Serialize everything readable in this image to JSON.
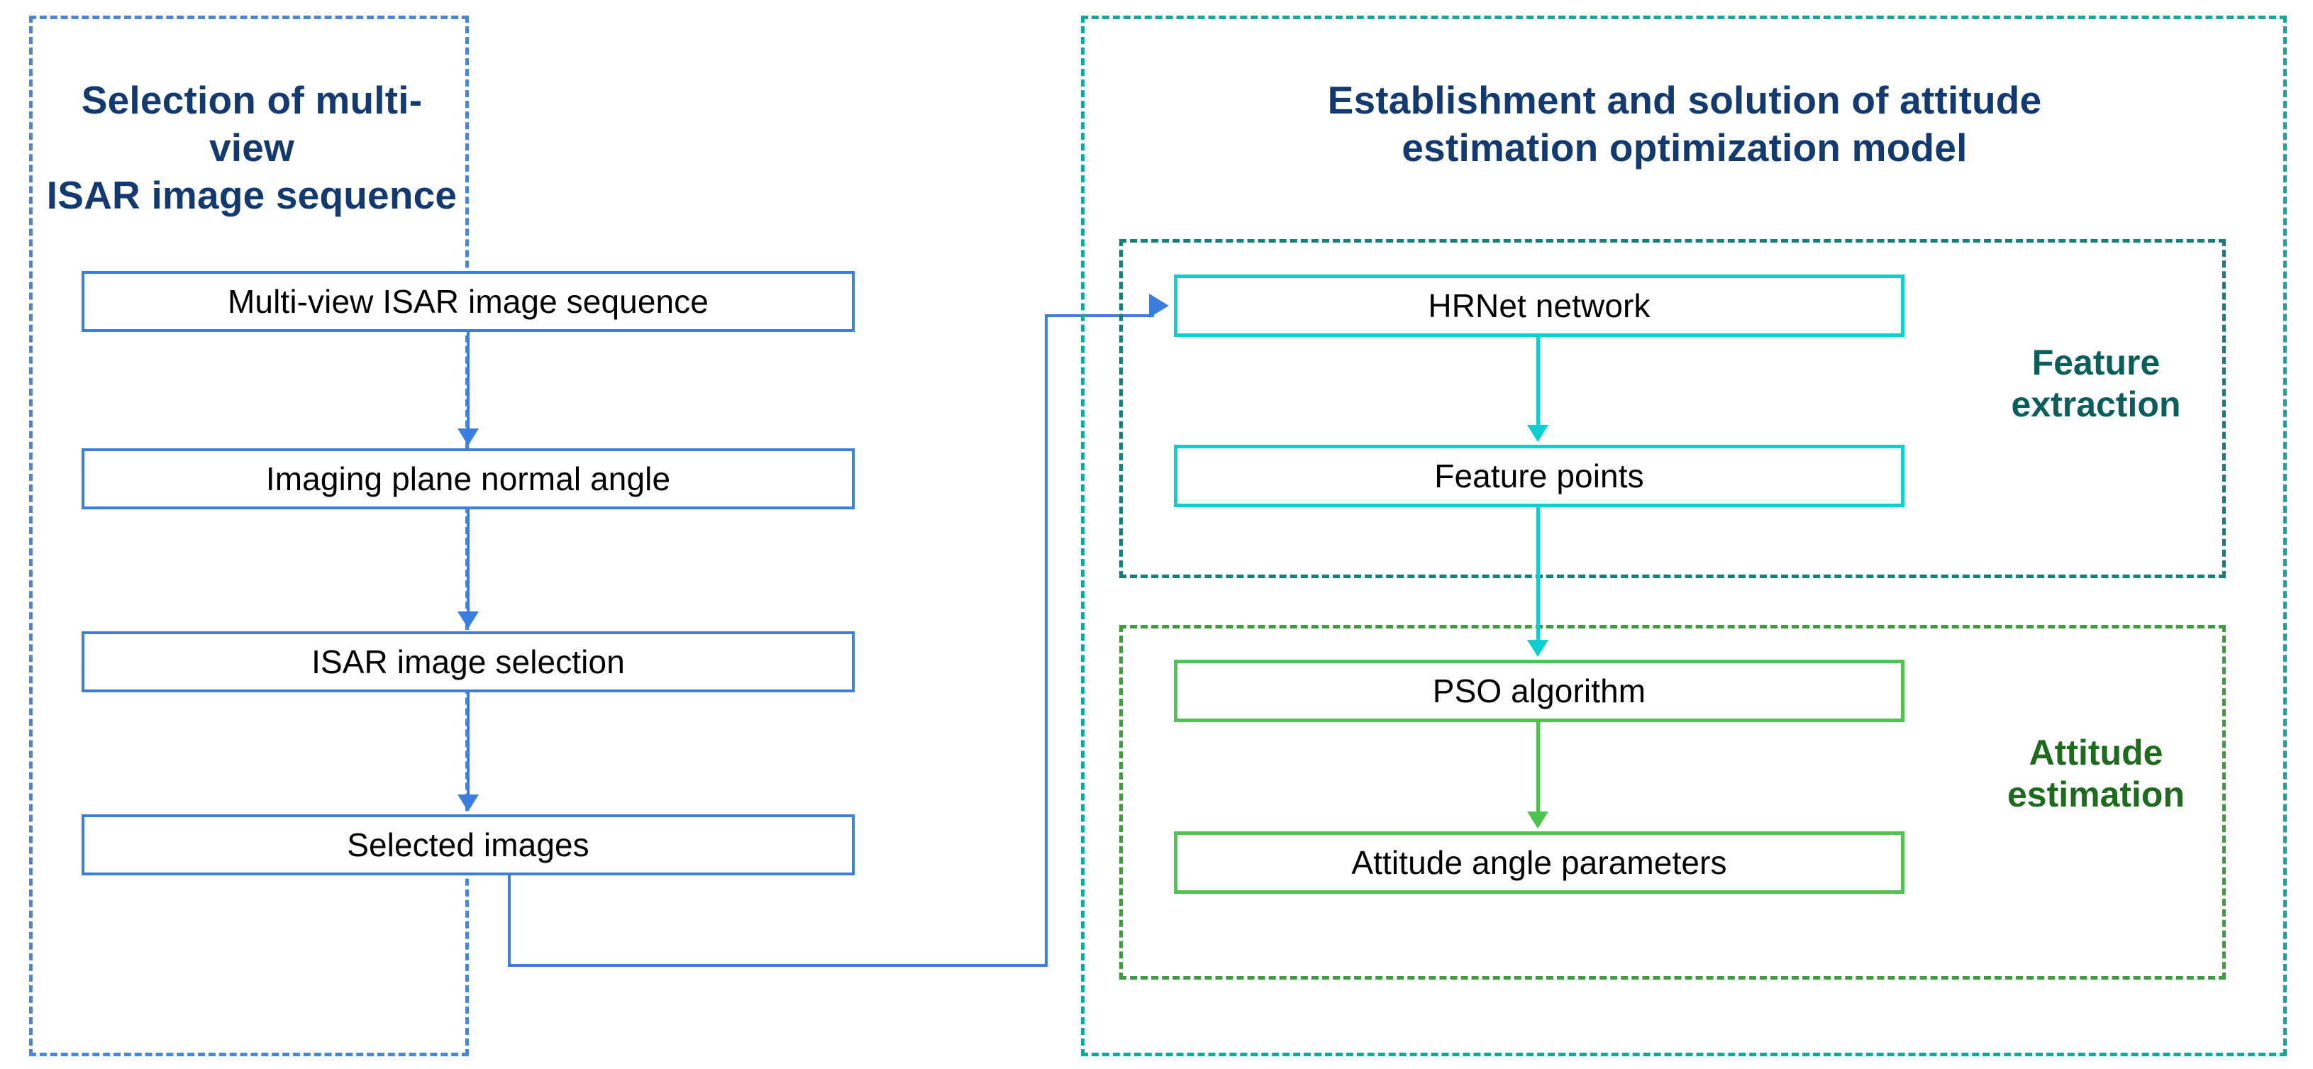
{
  "panels": {
    "left": {
      "title": "Selection of multi-view\nISAR image sequence",
      "border_color": "#4a86d6",
      "title_color": "#123a70"
    },
    "right": {
      "title": "Establishment and solution of attitude\nestimation optimization model",
      "border_color": "#11a79e",
      "title_color": "#123a70"
    },
    "feature_group": {
      "label": "Feature\nextraction",
      "border_color": "#12807c",
      "label_color": "#0a5f5a"
    },
    "attitude_group": {
      "label": "Attitude\nestimation",
      "border_color": "#3f9c3f",
      "label_color": "#1d6b1d"
    }
  },
  "left_flow": {
    "boxes": [
      {
        "label": "Multi-view ISAR image sequence",
        "color": "#3a7fe0"
      },
      {
        "label": "Imaging plane normal angle",
        "color": "#3a7fe0"
      },
      {
        "label": "ISAR image selection",
        "color": "#3a7fe0"
      },
      {
        "label": "Selected images",
        "color": "#3a7fe0"
      }
    ]
  },
  "right_flow": {
    "feature_boxes": [
      {
        "label": "HRNet network",
        "color": "#0ecfcf"
      },
      {
        "label": "Feature points",
        "color": "#0ecfcf"
      }
    ],
    "attitude_boxes": [
      {
        "label": "PSO algorithm",
        "color": "#4ec44e"
      },
      {
        "label": "Attitude angle parameters",
        "color": "#4ec44e"
      }
    ]
  },
  "connectors": {
    "left_chain": "Multi-view ISAR image sequence -> Imaging plane normal angle -> ISAR image selection -> Selected images",
    "cross_link": "Selected images -> HRNet network",
    "feature_chain": "HRNet network -> Feature points",
    "bridge": "Feature points -> PSO algorithm",
    "attitude_chain": "PSO algorithm -> Attitude angle parameters",
    "blue": "#3a7fe0",
    "cyan": "#0ecfcf",
    "green": "#4ec44e"
  }
}
